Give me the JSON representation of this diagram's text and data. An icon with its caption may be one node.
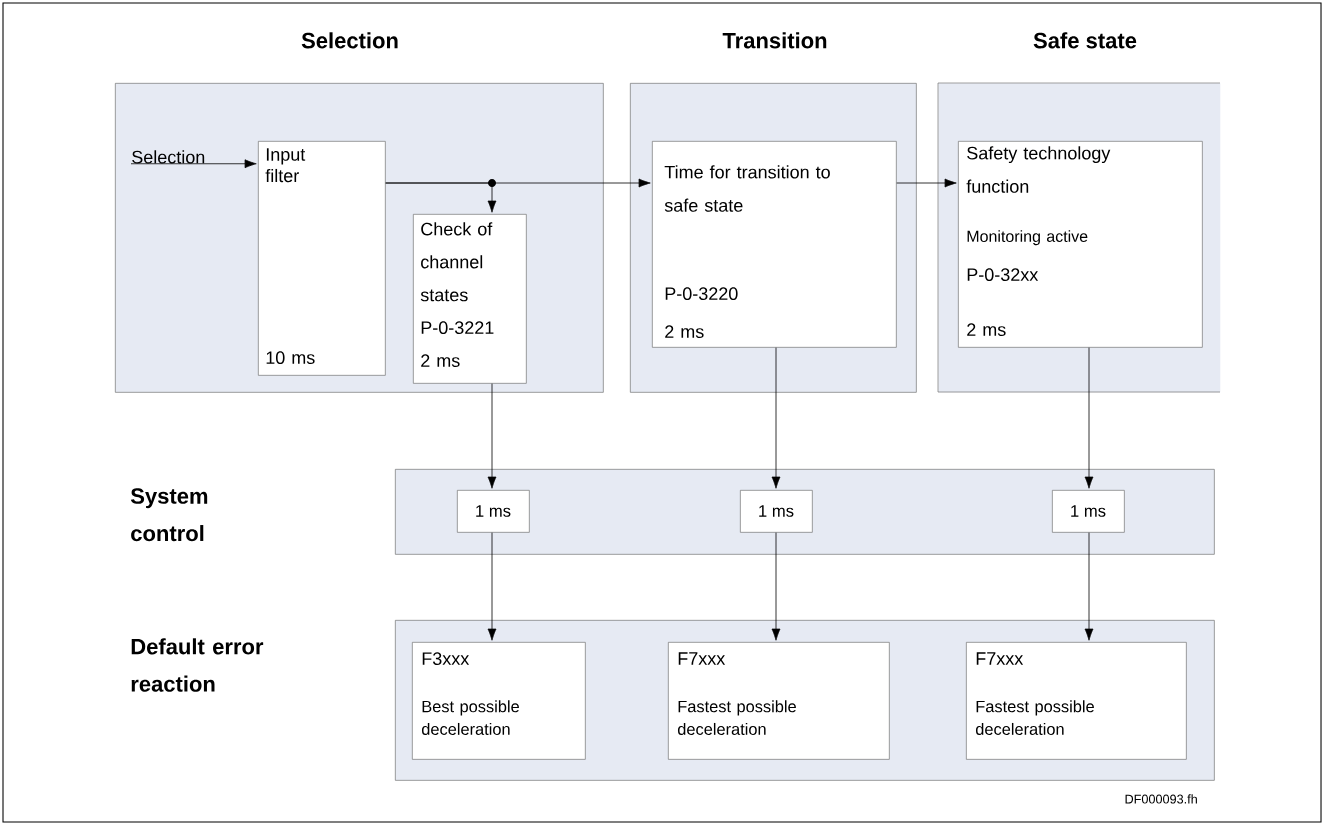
{
  "diagram": {
    "nodes": [
      {
        "text": [
          "Selection"
        ]
      },
      {
        "text": [
          "Selection"
        ],
        "in": 0
      },
      {
        "text": [
          "Input filter",
          "10 ms"
        ],
        "in": 0
      },
      {
        "text": [
          "Check of channel states",
          "P-0-3221",
          "2 ms"
        ],
        "in": 0
      },
      {
        "text": [
          "Transition"
        ]
      },
      {
        "text": [
          "Time for transition to safe state",
          "P-0-3220",
          "2 ms"
        ],
        "in": 4
      },
      {
        "text": [
          "Safe state"
        ]
      },
      {
        "text": [
          "Safety technology function",
          "Monitoring active",
          "P-0-32xx",
          "2 ms"
        ],
        "in": 6
      },
      {
        "text": [],
        "shape": "box"
      },
      {
        "text": [
          "1 ms"
        ],
        "in": 8
      },
      {
        "text": [
          "1 ms"
        ],
        "in": 8
      },
      {
        "text": [
          "1 ms"
        ],
        "in": 8
      },
      {
        "text": [],
        "shape": "box"
      },
      {
        "text": [
          "F3xxx",
          "Best possible deceleration"
        ],
        "in": 12
      },
      {
        "text": [
          "F7xxx",
          "Fastest possible deceleration"
        ],
        "in": 12
      },
      {
        "text": [
          "F7xxx",
          "Fastest possible deceleration"
        ],
        "in": 12
      }
    ],
    "edges": [
      {
        "from": 1,
        "to": 2,
        "arrow": "to"
      },
      {
        "from": 2,
        "to": 5,
        "arrow": "to"
      },
      {
        "from": 2,
        "to": 3,
        "arrow": "to"
      },
      {
        "from": 5,
        "to": 7,
        "arrow": "to"
      },
      {
        "from": 3,
        "to": 9,
        "arrow": "to"
      },
      {
        "from": 5,
        "to": 10,
        "arrow": "to"
      },
      {
        "from": 7,
        "to": 11,
        "arrow": "to"
      },
      {
        "from": 9,
        "to": 13,
        "arrow": "to"
      },
      {
        "from": 10,
        "to": 14,
        "arrow": "to"
      },
      {
        "from": 11,
        "to": 15,
        "arrow": "to"
      }
    ],
    "labels": [
      "System control",
      "Default error reaction",
      "DF000093.fh"
    ]
  }
}
